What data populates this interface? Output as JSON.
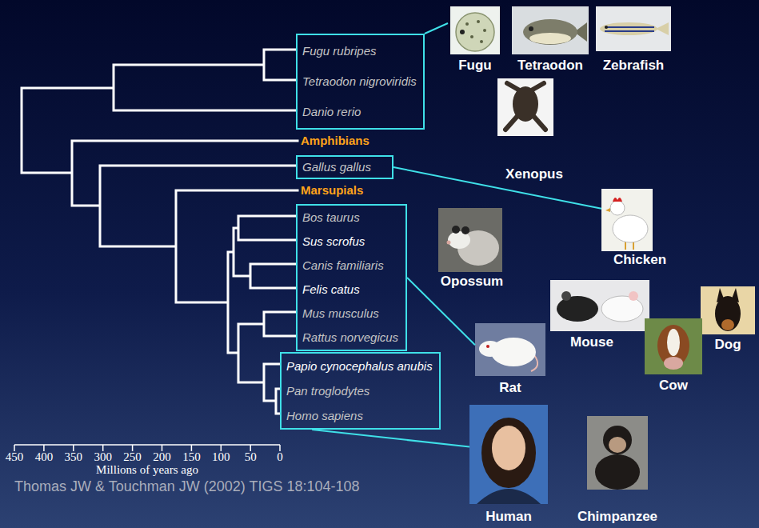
{
  "diagram": {
    "nodes": [
      {
        "text": [
          "Fugu rubripes",
          "Tetraodon nigroviridis",
          "Danio rerio"
        ]
      },
      {
        "text": [
          "Gallus gallus"
        ]
      },
      {
        "text": [
          "Bos taurus",
          "Sus scrofus",
          "Canis familiaris",
          "Felis catus",
          "Mus musculus",
          "Rattus norvegicus"
        ]
      },
      {
        "text": [
          "Papio cynocephalus anubis",
          "Pan troglodytes",
          "Homo sapiens"
        ]
      },
      {
        "text": [
          "Fugu"
        ]
      },
      {
        "text": [
          "Tetraodon"
        ]
      },
      {
        "text": [
          "Zebrafish"
        ]
      },
      {
        "text": [
          "Xenopus"
        ]
      },
      {
        "text": [
          "Chicken"
        ]
      },
      {
        "text": [
          "Opossum"
        ]
      },
      {
        "text": [
          "Mouse"
        ]
      },
      {
        "text": [
          "Dog"
        ]
      },
      {
        "text": [
          "Cow"
        ]
      },
      {
        "text": [
          "Rat"
        ]
      },
      {
        "text": [
          "Human"
        ]
      },
      {
        "text": [
          "Chimpanzee"
        ]
      }
    ],
    "edges": [
      {
        "from": 0,
        "to": 4,
        "arrow": "none"
      },
      {
        "from": 1,
        "to": 8,
        "arrow": "none"
      },
      {
        "from": 2,
        "to": 13,
        "arrow": "none"
      },
      {
        "from": 3,
        "to": 14,
        "arrow": "none"
      }
    ],
    "labels": [
      "Amphibians",
      "Marsupials",
      "450",
      "400",
      "350",
      "300",
      "250",
      "200",
      "150",
      "100",
      "50",
      "0",
      "Millions of years ago",
      "Thomas JW & Touchman JW (2002) TIGS 18:104-108"
    ]
  }
}
